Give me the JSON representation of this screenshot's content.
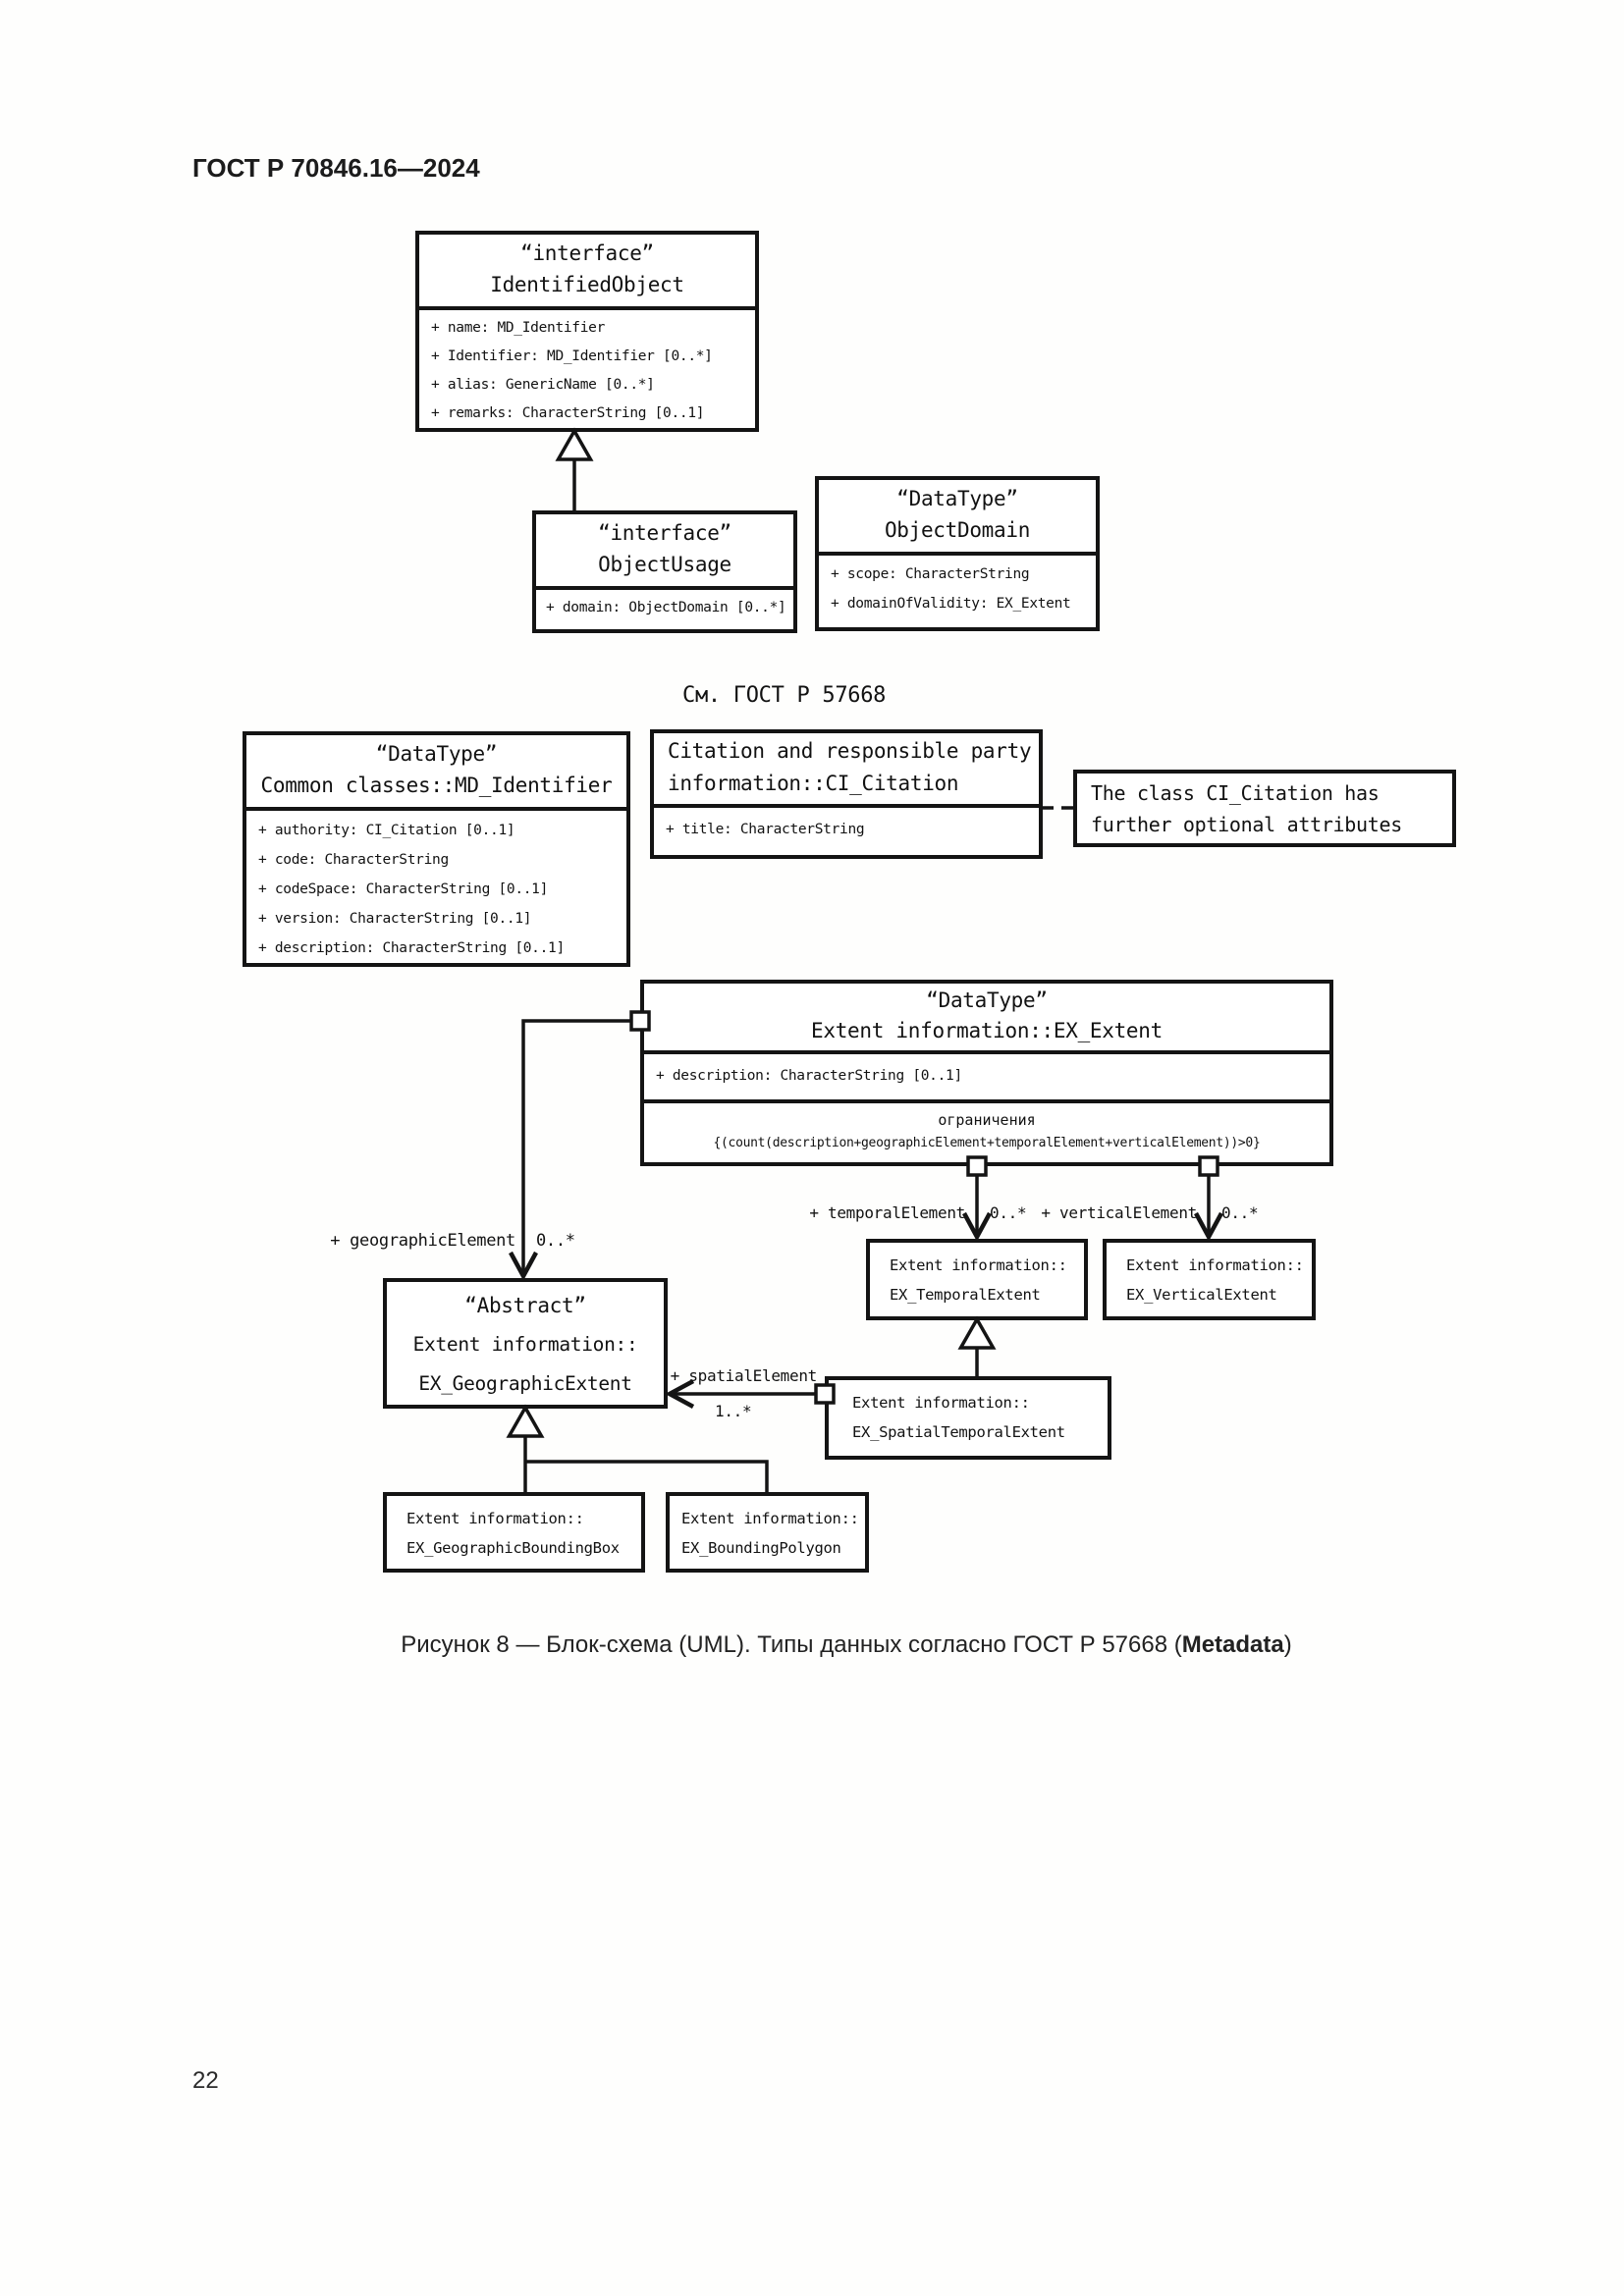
{
  "document": {
    "header": "ГОСТ Р 70846.16—2024",
    "see_reference": "См. ГОСТ Р 57668",
    "caption_prefix": "Рисунок 8 — Блок-схема (UML). Типы данных согласно ГОСТ Р 57668 (",
    "caption_bold": "Metadata",
    "caption_suffix": ")",
    "page_number": "22"
  },
  "classes": {
    "identified_object": {
      "stereotype": "“interface”",
      "name": "IdentifiedObject",
      "attributes": [
        "+ name: MD_Identifier",
        "+ Identifier: MD_Identifier [0..*]",
        "+ alias: GenericName [0..*]",
        "+ remarks: CharacterString [0..1]"
      ]
    },
    "object_usage": {
      "stereotype": "“interface”",
      "name": "ObjectUsage",
      "attributes": [
        "+ domain: ObjectDomain [0..*]"
      ]
    },
    "object_domain": {
      "stereotype": "“DataType”",
      "name": "ObjectDomain",
      "attributes": [
        "+ scope: CharacterString",
        "+ domainOfValidity: EX_Extent"
      ]
    },
    "md_identifier": {
      "stereotype": "“DataType”",
      "name": "Common classes::MD_Identifier",
      "attributes": [
        "+ authority: CI_Citation [0..1]",
        "+ code: CharacterString",
        "+ codeSpace: CharacterString [0..1]",
        "+ version: CharacterString [0..1]",
        "+ description: CharacterString [0..1]"
      ]
    },
    "ci_citation": {
      "name_line1": "Citation and responsible party",
      "name_line2": "information::CI_Citation",
      "attributes": [
        "+ title: CharacterString"
      ]
    },
    "ex_extent": {
      "stereotype": "“DataType”",
      "name": "Extent information::EX_Extent",
      "attributes": [
        "+ description: CharacterString [0..1]"
      ],
      "constraint_title": "ограничения",
      "constraint_body": "{(count(description+geographicElement+temporalElement+verticalElement))>0}"
    },
    "ex_geographic_extent": {
      "stereotype": "“Abstract”",
      "name_line1": "Extent information::",
      "name_line2": "EX_GeographicExtent"
    },
    "ex_temporal_extent": {
      "name_line1": "Extent information::",
      "name_line2": "EX_TemporalExtent"
    },
    "ex_vertical_extent": {
      "name_line1": "Extent information::",
      "name_line2": "EX_VerticalExtent"
    },
    "ex_spatial_temporal_extent": {
      "name_line1": "Extent information::",
      "name_line2": "EX_SpatialTemporalExtent"
    },
    "ex_geographic_bounding_box": {
      "name_line1": "Extent information::",
      "name_line2": "EX_GeographicBoundingBox"
    },
    "ex_bounding_polygon": {
      "name_line1": "Extent information::",
      "name_line2": "EX_BoundingPolygon"
    }
  },
  "note": {
    "line1": "The class CI_Citation has",
    "line2": "further optional attributes"
  },
  "edges": {
    "geographic_element": {
      "label": "+ geographicElement",
      "multiplicity": "0..*"
    },
    "temporal_element": {
      "label": "+ temporalElement",
      "multiplicity": "0..*"
    },
    "vertical_element": {
      "label": "+ verticalElement",
      "multiplicity": "0..*"
    },
    "spatial_element": {
      "label": "+ spatialElement",
      "multiplicity": "1..*"
    }
  }
}
